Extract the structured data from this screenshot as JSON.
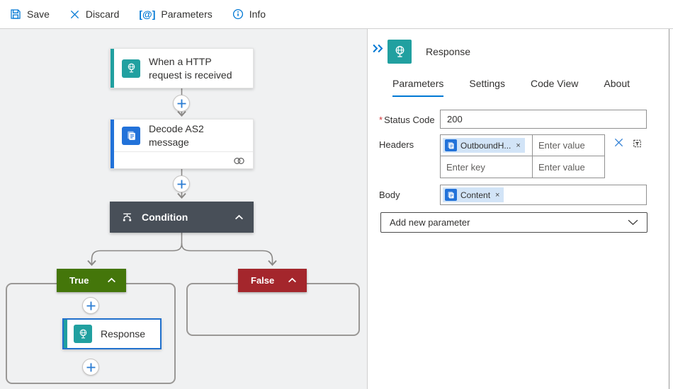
{
  "toolbar": {
    "save_label": "Save",
    "discard_label": "Discard",
    "parameters_label": "Parameters",
    "parameters_glyph": "[@]",
    "info_label": "Info"
  },
  "canvas": {
    "trigger": {
      "title": "When a HTTP request is received",
      "icon": "http-request-globe-icon"
    },
    "decode": {
      "title": "Decode AS2 message",
      "icon": "as2-documents-icon",
      "footer_icon": "connection-link-icon"
    },
    "condition": {
      "title": "Condition",
      "icon": "branch-icon"
    },
    "true_branch": {
      "label": "True"
    },
    "false_branch": {
      "label": "False"
    },
    "response_node": {
      "title": "Response",
      "icon": "http-response-globe-icon",
      "selected": true
    }
  },
  "panel": {
    "collapse_icon": "double-chevron-right-icon",
    "icon": "http-response-globe-icon",
    "title": "Response",
    "tabs": [
      {
        "label": "Parameters",
        "active": true
      },
      {
        "label": "Settings",
        "active": false
      },
      {
        "label": "Code View",
        "active": false
      },
      {
        "label": "About",
        "active": false
      }
    ],
    "fields": {
      "status_code": {
        "label": "Status Code",
        "required_marker": "*",
        "value": "200"
      },
      "headers": {
        "label": "Headers",
        "token": {
          "text": "OutboundH...",
          "close": "×",
          "icon": "as2-documents-icon"
        },
        "row1_value_placeholder": "Enter value",
        "row2_key_placeholder": "Enter key",
        "row2_value_placeholder": "Enter value",
        "delete_icon": "x-delete-icon",
        "text_mode_icon": "switch-to-text-mode-icon"
      },
      "body": {
        "label": "Body",
        "token": {
          "text": "Content",
          "close": "×",
          "icon": "as2-documents-icon"
        }
      },
      "add_parameter": {
        "label": "Add new parameter",
        "icon": "chevron-down-icon"
      }
    }
  },
  "colors": {
    "accent_blue": "#0078d4",
    "teal": "#21a0a0",
    "decode_blue": "#2272d9",
    "condition_gray": "#484f58",
    "true_green": "#44760a",
    "false_red": "#a4262c",
    "selection_blue": "#2271cd",
    "token_bg": "#d2e4f7",
    "connector_gray": "#8a8886",
    "canvas_bg": "#f0f1f2"
  }
}
